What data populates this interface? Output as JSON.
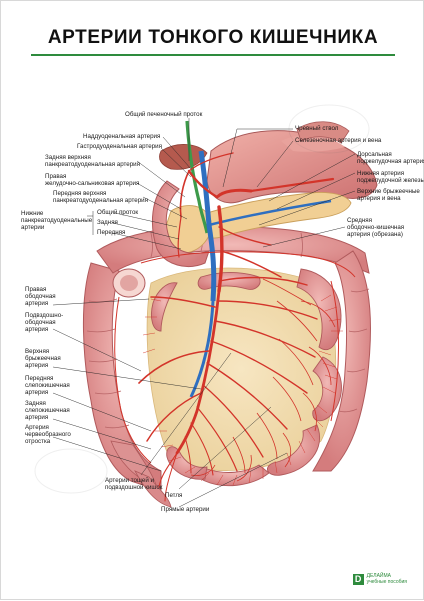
{
  "title": "АРТЕРИИ ТОНКОГО КИШЕЧНИКА",
  "labels": {
    "common_hepatic_duct": "Общий печеночный проток",
    "supraduodenal_artery": "Наддуоденальная артерия",
    "gastroduodenal_artery": "Гастродуоденальная артерия",
    "posterior_superior_pd_artery": "Задняя верхняя\nпанкреатодуоденальная артерия",
    "right_gastroepiploic_artery": "Правая\nжелудочно-сальниковая артерия",
    "anterior_superior_pd_artery": "Передняя верхняя\nпанкреатодуоденальная артерия",
    "inferior_pd_arteries": "Нижние\nпанкреатодуоденальные\nартерии",
    "common_trunk": "Общий проток",
    "posterior": "Задняя",
    "anterior": "Передняя",
    "celiac_trunk": "Чревный ствол",
    "splenic_artery_vein": "Селезеночная артерия и вена",
    "dorsal_pancreatic_artery": "Дорсальная\nподжелудочная артерия",
    "inferior_pancreatic_artery": "Нижняя артерия\nподжелудочной железы",
    "superior_mesenteric_artery_vein": "Верхние брыжеечные\nартерия и вена",
    "middle_colic_artery": "Средняя\nободочно-кишечная\nартерия (обрезана)",
    "right_colic_artery": "Правая\nободочная\nартерия",
    "ileocolic_artery": "Подвздошно-\nободочная\nартерия",
    "superior_mesenteric_artery": "Верхняя\nбрыжеечная\nартерия",
    "anterior_cecal_artery": "Передняя\nслепокишечная\nартерия",
    "posterior_cecal_artery": "Задняя\nслепокишечная\nартерия",
    "appendicular_artery": "Артерия\nчервеобразного\nотростка",
    "jejunal_ileal_arteries": "Артерии тощей и\nподвздошной кишок",
    "arcades": "Петля",
    "vasa_recta": "Прямые артерии"
  },
  "logo": {
    "mark": "D",
    "text": "ДЕЛАЙМА\nучебные пособия"
  },
  "colors": {
    "accent": "#2e8b3d",
    "intestine": "#e5999a",
    "intestine_dark": "#c86a6c",
    "mesentery": "#f2d9a6",
    "artery": "#d3342a",
    "vein": "#2f6fc0",
    "bile": "#3d9a4a"
  }
}
